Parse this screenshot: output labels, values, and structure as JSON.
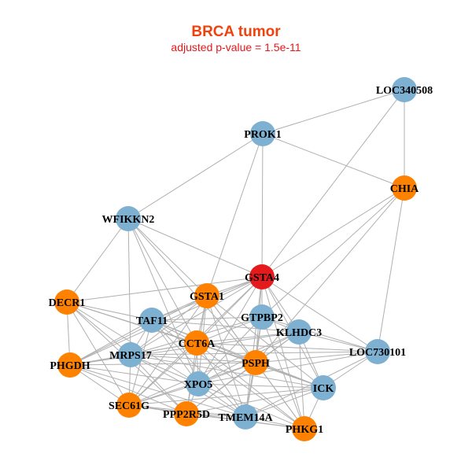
{
  "title": "BRCA tumor",
  "subtitle": "adjusted p-value = 1.5e-11",
  "colors": {
    "blue": "#7eb0d2",
    "orange": "#fe8200",
    "red": "#e41a1c",
    "edge": "#b0b0b0"
  },
  "nodes": [
    {
      "id": "LOC340508",
      "group": "blue"
    },
    {
      "id": "PROK1",
      "group": "blue"
    },
    {
      "id": "CHIA",
      "group": "orange"
    },
    {
      "id": "WFIKKN2",
      "group": "blue"
    },
    {
      "id": "GSTA4",
      "group": "red"
    },
    {
      "id": "GSTA1",
      "group": "orange"
    },
    {
      "id": "DECR1",
      "group": "orange"
    },
    {
      "id": "TAF11",
      "group": "blue"
    },
    {
      "id": "GTPBP2",
      "group": "blue"
    },
    {
      "id": "KLHDC3",
      "group": "blue"
    },
    {
      "id": "CCT6A",
      "group": "orange"
    },
    {
      "id": "LOC730101",
      "group": "blue"
    },
    {
      "id": "MRPS17",
      "group": "blue"
    },
    {
      "id": "PHGDH",
      "group": "orange"
    },
    {
      "id": "PSPH",
      "group": "orange"
    },
    {
      "id": "XPO5",
      "group": "blue"
    },
    {
      "id": "ICK",
      "group": "blue"
    },
    {
      "id": "SEC61G",
      "group": "orange"
    },
    {
      "id": "PPP2R5D",
      "group": "orange"
    },
    {
      "id": "TMEM14A",
      "group": "blue"
    },
    {
      "id": "PHKG1",
      "group": "orange"
    }
  ],
  "edges": [
    [
      "LOC340508",
      "PROK1"
    ],
    [
      "LOC340508",
      "CHIA"
    ],
    [
      "LOC340508",
      "GSTA4"
    ],
    [
      "PROK1",
      "CHIA"
    ],
    [
      "PROK1",
      "WFIKKN2"
    ],
    [
      "PROK1",
      "GSTA4"
    ],
    [
      "PROK1",
      "GSTA1"
    ],
    [
      "CHIA",
      "GSTA4"
    ],
    [
      "CHIA",
      "GTPBP2"
    ],
    [
      "CHIA",
      "LOC730101"
    ],
    [
      "CHIA",
      "PSPH"
    ],
    [
      "WFIKKN2",
      "DECR1"
    ],
    [
      "WFIKKN2",
      "MRPS17"
    ],
    [
      "WFIKKN2",
      "GSTA4"
    ],
    [
      "WFIKKN2",
      "GSTA1"
    ],
    [
      "WFIKKN2",
      "CCT6A"
    ],
    [
      "WFIKKN2",
      "XPO5"
    ],
    [
      "WFIKKN2",
      "PSPH"
    ],
    [
      "GSTA4",
      "DECR1"
    ],
    [
      "GSTA4",
      "GSTA1"
    ],
    [
      "GSTA4",
      "TAF11"
    ],
    [
      "GSTA4",
      "GTPBP2"
    ],
    [
      "GSTA4",
      "KLHDC3"
    ],
    [
      "GSTA4",
      "CCT6A"
    ],
    [
      "GSTA4",
      "MRPS17"
    ],
    [
      "GSTA4",
      "PHGDH"
    ],
    [
      "GSTA4",
      "PSPH"
    ],
    [
      "GSTA4",
      "XPO5"
    ],
    [
      "GSTA4",
      "ICK"
    ],
    [
      "GSTA4",
      "SEC61G"
    ],
    [
      "GSTA4",
      "TMEM14A"
    ],
    [
      "GSTA4",
      "PHKG1"
    ],
    [
      "GSTA4",
      "LOC730101"
    ],
    [
      "GSTA1",
      "TAF11"
    ],
    [
      "GSTA1",
      "CCT6A"
    ],
    [
      "GSTA1",
      "MRPS17"
    ],
    [
      "GSTA1",
      "PHGDH"
    ],
    [
      "GSTA1",
      "PSPH"
    ],
    [
      "GSTA1",
      "XPO5"
    ],
    [
      "GSTA1",
      "SEC61G"
    ],
    [
      "GSTA1",
      "PPP2R5D"
    ],
    [
      "GSTA1",
      "TMEM14A"
    ],
    [
      "GSTA1",
      "ICK"
    ],
    [
      "GSTA1",
      "PHKG1"
    ],
    [
      "DECR1",
      "PHGDH"
    ],
    [
      "DECR1",
      "TAF11"
    ],
    [
      "DECR1",
      "MRPS17"
    ],
    [
      "DECR1",
      "CCT6A"
    ],
    [
      "DECR1",
      "XPO5"
    ],
    [
      "DECR1",
      "SEC61G"
    ],
    [
      "DECR1",
      "PSPH"
    ],
    [
      "DECR1",
      "PPP2R5D"
    ],
    [
      "TAF11",
      "CCT6A"
    ],
    [
      "TAF11",
      "GTPBP2"
    ],
    [
      "TAF11",
      "KLHDC3"
    ],
    [
      "TAF11",
      "PHGDH"
    ],
    [
      "TAF11",
      "MRPS17"
    ],
    [
      "TAF11",
      "PSPH"
    ],
    [
      "TAF11",
      "XPO5"
    ],
    [
      "TAF11",
      "SEC61G"
    ],
    [
      "TAF11",
      "TMEM14A"
    ],
    [
      "TAF11",
      "ICK"
    ],
    [
      "TAF11",
      "PHKG1"
    ],
    [
      "GTPBP2",
      "CCT6A"
    ],
    [
      "GTPBP2",
      "KLHDC3"
    ],
    [
      "GTPBP2",
      "PSPH"
    ],
    [
      "GTPBP2",
      "XPO5"
    ],
    [
      "GTPBP2",
      "TMEM14A"
    ],
    [
      "GTPBP2",
      "PHKG1"
    ],
    [
      "GTPBP2",
      "MRPS17"
    ],
    [
      "GTPBP2",
      "LOC730101"
    ],
    [
      "KLHDC3",
      "CCT6A"
    ],
    [
      "KLHDC3",
      "LOC730101"
    ],
    [
      "KLHDC3",
      "PSPH"
    ],
    [
      "KLHDC3",
      "XPO5"
    ],
    [
      "KLHDC3",
      "ICK"
    ],
    [
      "KLHDC3",
      "PHKG1"
    ],
    [
      "KLHDC3",
      "PHGDH"
    ],
    [
      "KLHDC3",
      "PPP2R5D"
    ],
    [
      "KLHDC3",
      "SEC61G"
    ],
    [
      "CCT6A",
      "MRPS17"
    ],
    [
      "CCT6A",
      "PSPH"
    ],
    [
      "CCT6A",
      "XPO5"
    ],
    [
      "CCT6A",
      "ICK"
    ],
    [
      "CCT6A",
      "PHGDH"
    ],
    [
      "CCT6A",
      "SEC61G"
    ],
    [
      "CCT6A",
      "PPP2R5D"
    ],
    [
      "CCT6A",
      "TMEM14A"
    ],
    [
      "CCT6A",
      "PHKG1"
    ],
    [
      "CCT6A",
      "LOC730101"
    ],
    [
      "LOC730101",
      "PSPH"
    ],
    [
      "LOC730101",
      "ICK"
    ],
    [
      "LOC730101",
      "MRPS17"
    ],
    [
      "LOC730101",
      "XPO5"
    ],
    [
      "LOC730101",
      "TMEM14A"
    ],
    [
      "MRPS17",
      "PHGDH"
    ],
    [
      "MRPS17",
      "SEC61G"
    ],
    [
      "MRPS17",
      "XPO5"
    ],
    [
      "MRPS17",
      "PSPH"
    ],
    [
      "MRPS17",
      "PPP2R5D"
    ],
    [
      "MRPS17",
      "TMEM14A"
    ],
    [
      "MRPS17",
      "ICK"
    ],
    [
      "PHGDH",
      "SEC61G"
    ],
    [
      "PHGDH",
      "XPO5"
    ],
    [
      "PHGDH",
      "PSPH"
    ],
    [
      "PHGDH",
      "PPP2R5D"
    ],
    [
      "PHGDH",
      "TMEM14A"
    ],
    [
      "PSPH",
      "XPO5"
    ],
    [
      "PSPH",
      "ICK"
    ],
    [
      "PSPH",
      "SEC61G"
    ],
    [
      "PSPH",
      "PPP2R5D"
    ],
    [
      "PSPH",
      "TMEM14A"
    ],
    [
      "PSPH",
      "PHKG1"
    ],
    [
      "XPO5",
      "ICK"
    ],
    [
      "XPO5",
      "SEC61G"
    ],
    [
      "XPO5",
      "PPP2R5D"
    ],
    [
      "XPO5",
      "TMEM14A"
    ],
    [
      "XPO5",
      "PHKG1"
    ],
    [
      "ICK",
      "PHKG1"
    ],
    [
      "ICK",
      "TMEM14A"
    ],
    [
      "ICK",
      "SEC61G"
    ],
    [
      "ICK",
      "PPP2R5D"
    ],
    [
      "SEC61G",
      "PPP2R5D"
    ],
    [
      "SEC61G",
      "TMEM14A"
    ],
    [
      "SEC61G",
      "PHKG1"
    ],
    [
      "PPP2R5D",
      "TMEM14A"
    ],
    [
      "PPP2R5D",
      "PHKG1"
    ],
    [
      "TMEM14A",
      "PHKG1"
    ]
  ]
}
